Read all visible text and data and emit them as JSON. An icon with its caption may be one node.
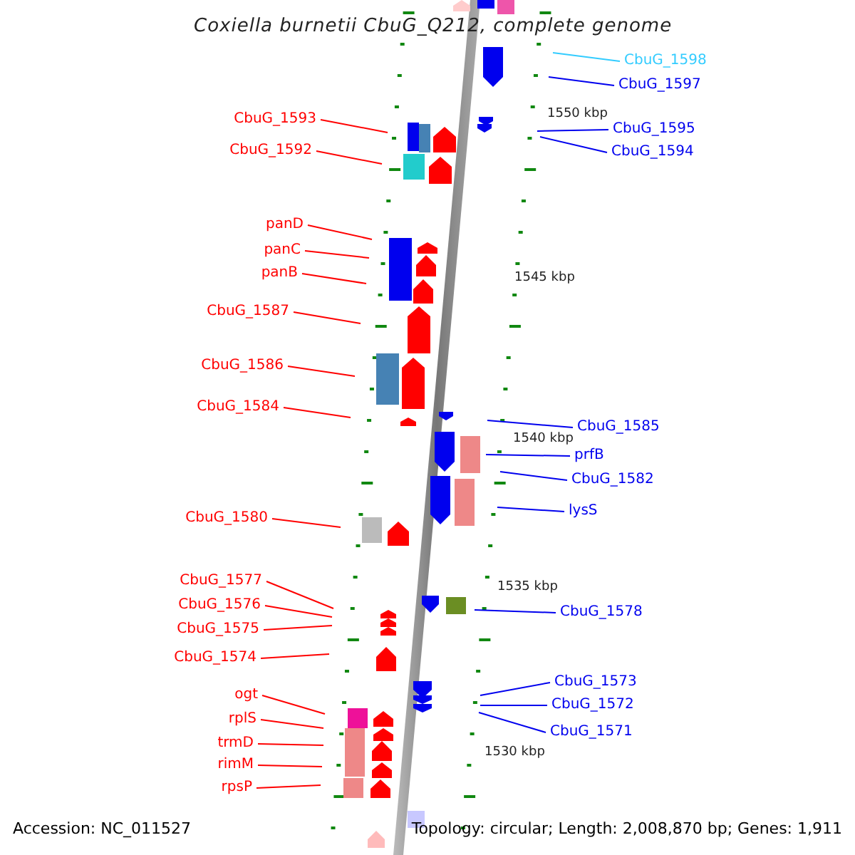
{
  "diagram": {
    "title": "Coxiella burnetii CbuG_Q212, complete genome",
    "nodes": [
      {
        "text": [
          "CbuG_1593"
        ]
      },
      {
        "text": [
          "CbuG_1592"
        ]
      },
      {
        "text": [
          "panD"
        ]
      },
      {
        "text": [
          "panC"
        ]
      },
      {
        "text": [
          "panB"
        ]
      },
      {
        "text": [
          "CbuG_1587"
        ]
      },
      {
        "text": [
          "CbuG_1586"
        ]
      },
      {
        "text": [
          "CbuG_1584"
        ]
      },
      {
        "text": [
          "CbuG_1580"
        ]
      },
      {
        "text": [
          "CbuG_1577"
        ]
      },
      {
        "text": [
          "CbuG_1576"
        ]
      },
      {
        "text": [
          "CbuG_1575"
        ]
      },
      {
        "text": [
          "CbuG_1574"
        ]
      },
      {
        "text": [
          "ogt"
        ]
      },
      {
        "text": [
          "rplS"
        ]
      },
      {
        "text": [
          "trmD"
        ]
      },
      {
        "text": [
          "rimM"
        ]
      },
      {
        "text": [
          "rpsP"
        ]
      },
      {
        "text": [
          "CbuG_1598"
        ]
      },
      {
        "text": [
          "CbuG_1597"
        ]
      },
      {
        "text": [
          "CbuG_1595"
        ]
      },
      {
        "text": [
          "CbuG_1594"
        ]
      },
      {
        "text": [
          "CbuG_1585"
        ]
      },
      {
        "text": [
          "prfB"
        ]
      },
      {
        "text": [
          "CbuG_1582"
        ]
      },
      {
        "text": [
          "lysS"
        ]
      },
      {
        "text": [
          "CbuG_1578"
        ]
      },
      {
        "text": [
          "CbuG_1573"
        ]
      },
      {
        "text": [
          "CbuG_1572"
        ]
      },
      {
        "text": [
          "CbuG_1571"
        ]
      }
    ],
    "edges": [
      {
        "from": 0,
        "to": null,
        "arrow": "none"
      },
      {
        "from": 1,
        "to": null,
        "arrow": "none"
      },
      {
        "from": 2,
        "to": null,
        "arrow": "none"
      },
      {
        "from": 3,
        "to": null,
        "arrow": "none"
      },
      {
        "from": 4,
        "to": null,
        "arrow": "none"
      },
      {
        "from": 5,
        "to": null,
        "arrow": "none"
      },
      {
        "from": 6,
        "to": null,
        "arrow": "none"
      },
      {
        "from": 7,
        "to": null,
        "arrow": "none"
      },
      {
        "from": 8,
        "to": null,
        "arrow": "none"
      },
      {
        "from": 9,
        "to": null,
        "arrow": "none"
      },
      {
        "from": 10,
        "to": null,
        "arrow": "none"
      },
      {
        "from": 11,
        "to": null,
        "arrow": "none"
      },
      {
        "from": 12,
        "to": null,
        "arrow": "none"
      },
      {
        "from": 13,
        "to": null,
        "arrow": "none"
      },
      {
        "from": 14,
        "to": null,
        "arrow": "none"
      },
      {
        "from": 15,
        "to": null,
        "arrow": "none"
      },
      {
        "from": 16,
        "to": null,
        "arrow": "none"
      },
      {
        "from": 17,
        "to": null,
        "arrow": "none"
      },
      {
        "from": 18,
        "to": null,
        "arrow": "none",
        "color": "#33ccff"
      },
      {
        "from": 19,
        "to": null,
        "arrow": "none",
        "color": "#0000ee"
      },
      {
        "from": 20,
        "to": null,
        "arrow": "none",
        "color": "#0000ee"
      },
      {
        "from": 21,
        "to": null,
        "arrow": "none",
        "color": "#0000ee"
      },
      {
        "from": 22,
        "to": null,
        "arrow": "none",
        "color": "#0000ee"
      },
      {
        "from": 23,
        "to": null,
        "arrow": "none",
        "color": "#0000ee"
      },
      {
        "from": 24,
        "to": null,
        "arrow": "none",
        "color": "#0000ee"
      },
      {
        "from": 25,
        "to": null,
        "arrow": "none",
        "color": "#0000ee"
      },
      {
        "from": 26,
        "to": null,
        "arrow": "none",
        "color": "#0000ee"
      },
      {
        "from": 27,
        "to": null,
        "arrow": "none",
        "color": "#0000ee"
      },
      {
        "from": 28,
        "to": null,
        "arrow": "none",
        "color": "#0000ee"
      },
      {
        "from": 29,
        "to": null,
        "arrow": "none",
        "color": "#0000ee"
      }
    ],
    "labels": [
      "1550 kbp",
      "1545 kbp",
      "1540 kbp",
      "1535 kbp",
      "1530 kbp",
      "Accession: NC_011527",
      "Topology: circular; Length: 2,008,870 bp; Genes: 1,911"
    ]
  }
}
